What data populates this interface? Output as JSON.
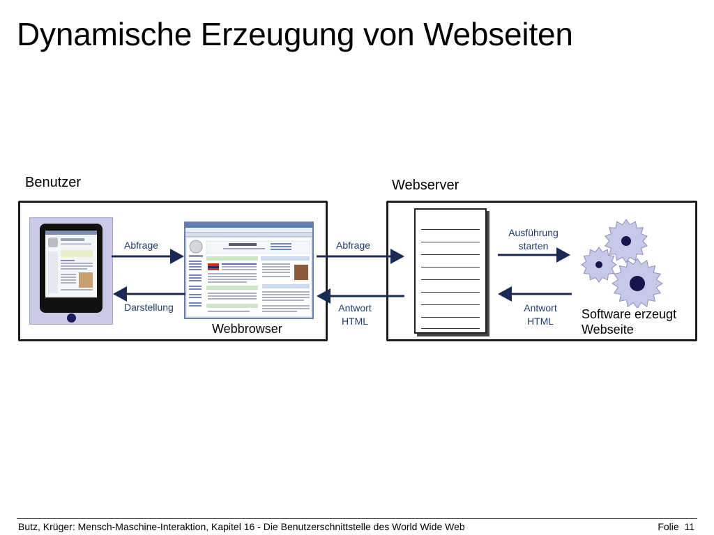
{
  "slide": {
    "title": "Dynamische Erzeugung von Webseiten",
    "benutzer_label": "Benutzer",
    "webserver_label": "Webserver",
    "webbrowser_label": "Webbrowser",
    "abfrage_left": "Abfrage",
    "darstellung": "Darstellung",
    "abfrage_right": "Abfrage",
    "antwort_left_1": "Antwort",
    "antwort_left_2": "HTML",
    "ausfuehrung_1": "Ausführung",
    "ausfuehrung_2": "starten",
    "antwort_right_1": "Antwort",
    "antwort_right_2": "HTML",
    "software_1": "Software erzeugt",
    "software_2": "Webseite"
  },
  "footer": {
    "left": "Butz, Krüger: Mensch-Maschine-Interaktion, Kapitel 16 - Die Benutzerschnittstelle des World Wide Web",
    "folie_label": "Folie",
    "page_number": "11"
  },
  "colors": {
    "arrow": "#1b2a55",
    "label_blue": "#1f3d6b",
    "gear_fill": "#c6c8e8",
    "gear_dot": "#15154f",
    "tablet_bg": "#c9cbe6"
  },
  "icons": [
    "tablet-icon",
    "browser-screenshot",
    "server-document-icon",
    "gears-icon"
  ]
}
